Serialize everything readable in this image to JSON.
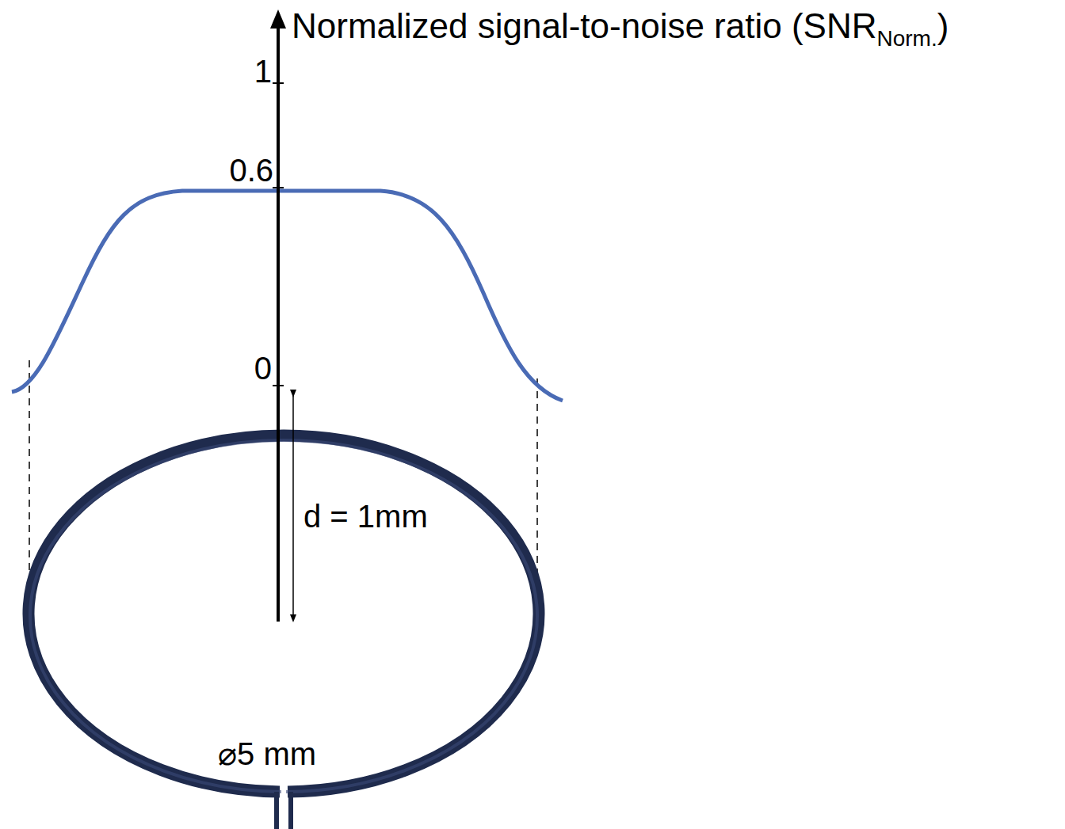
{
  "diagram": {
    "labels": [
      "Normalized signal-to-noise ratio (SNR",
      "Norm.",
      ")",
      "1",
      "0.6",
      "0",
      "d = 1mm",
      "⌀5 mm"
    ]
  }
}
